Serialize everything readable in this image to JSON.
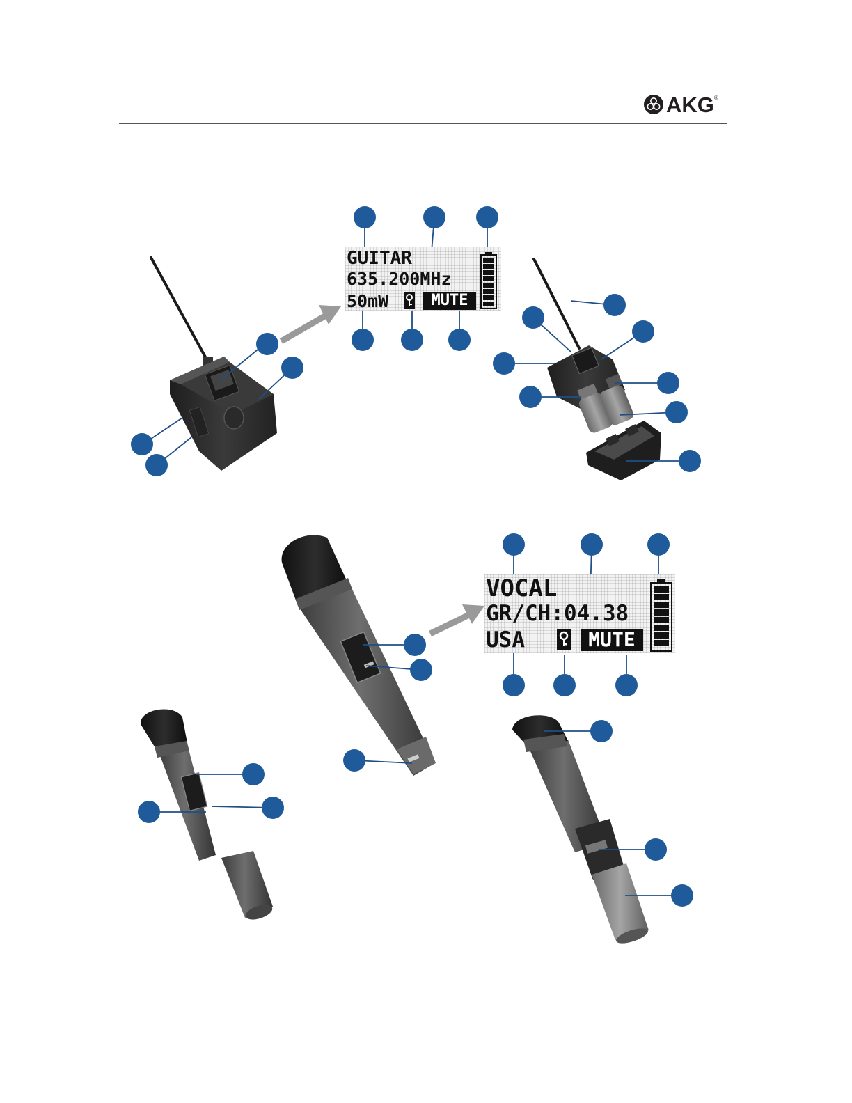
{
  "brand": {
    "logo_text": "AKG",
    "registered_mark": "®"
  },
  "bodypack_display": {
    "name": "GUITAR",
    "frequency": "635.200MHz",
    "power": "50mW",
    "mute": "MUTE",
    "battery_segments": 8
  },
  "handheld_display": {
    "name": "VOCAL",
    "group_channel": "GR/CH:04.38",
    "region": "USA",
    "mute": "MUTE",
    "battery_segments": 8
  },
  "colors": {
    "callout": "#1f5a9a",
    "callout_line": "#1f4f86",
    "arrow": "#9a9a9a",
    "device_dark": "#2b2b2b",
    "device_mid": "#5a5a5a",
    "rule": "#555555"
  },
  "icons": [
    "akg-logo-icon",
    "lock-icon",
    "battery-icon",
    "callout-marker",
    "pointer-arrow"
  ]
}
